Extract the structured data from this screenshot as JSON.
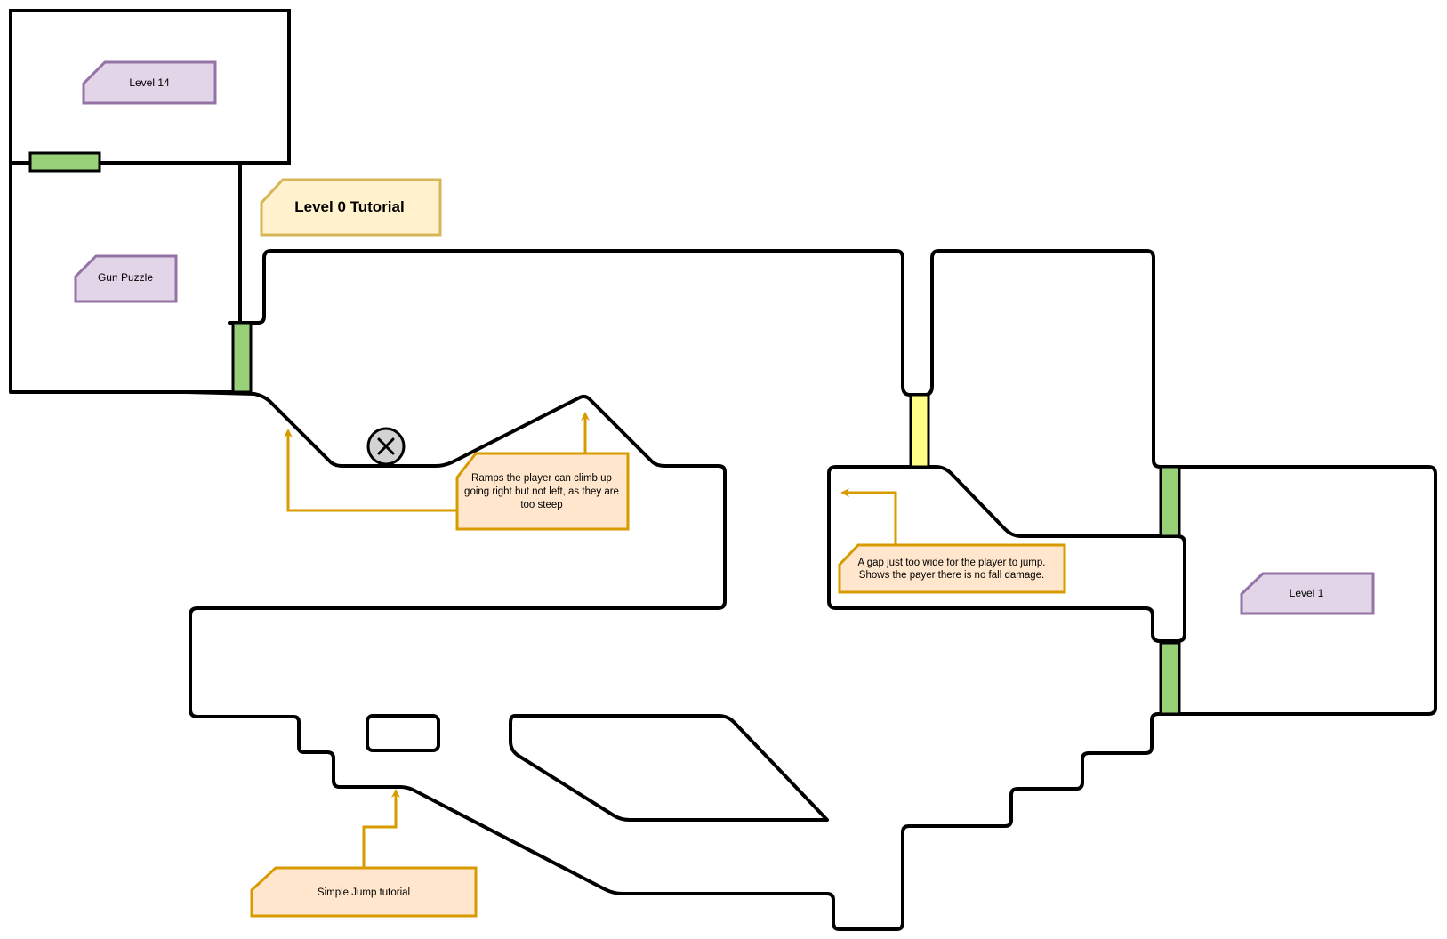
{
  "diagram": {
    "title": "Level 0 Tutorial",
    "rooms": {
      "level_14": "Level 14",
      "gun_puzzle": "Gun Puzzle",
      "level_1": "Level 1"
    },
    "notes": {
      "ramps": [
        "Ramps the player can climb up",
        "going right but not left, as they are",
        "too steep"
      ],
      "gap": [
        "A gap just too wide for the player to jump.",
        "Shows the payer there is no fall damage."
      ],
      "jump": "Simple Jump tutorial"
    },
    "colors": {
      "door_green": "#97d077",
      "door_yellow": "#ffff88",
      "purple_label_fill": "#e1d5e7",
      "purple_label_stroke": "#9673a6",
      "note_fill": "#ffe6cc",
      "note_stroke": "#d79b00",
      "title_fill": "#fff2cc",
      "title_stroke": "#d6b656",
      "hazard_fill": "#d3d3d3"
    },
    "icons": {
      "hazard": "x-circle-icon",
      "door": "door-marker"
    }
  }
}
